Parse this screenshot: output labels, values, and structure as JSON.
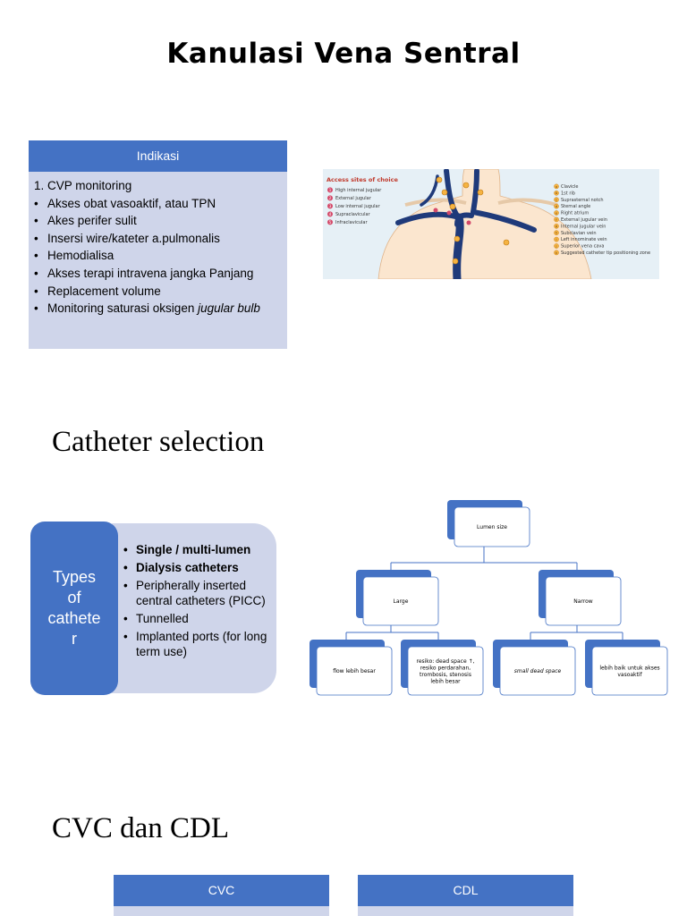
{
  "title": "Kanulasi Vena Sentral",
  "indikasi": {
    "header": "Indikasi",
    "items": [
      {
        "marker": "1.",
        "text": "CVP monitoring",
        "italic": ""
      },
      {
        "marker": "•",
        "text": "Akses obat vasoaktif, atau TPN",
        "italic": ""
      },
      {
        "marker": "•",
        "text": "Akes perifer sulit",
        "italic": ""
      },
      {
        "marker": "•",
        "text": "Insersi wire/kateter a.pulmonalis",
        "italic": ""
      },
      {
        "marker": "•",
        "text": "Hemodialisa",
        "italic": ""
      },
      {
        "marker": "•",
        "text": "Akses terapi intravena jangka Panjang",
        "italic": ""
      },
      {
        "marker": "•",
        "text": "Replacement volume",
        "italic": ""
      },
      {
        "marker": "•",
        "text": "Monitoring saturasi oksigen ",
        "italic": "jugular bulb"
      }
    ]
  },
  "figure": {
    "title": "Access sites of choice",
    "left_legend": [
      "High internal jugular",
      "External jugular",
      "Low internal jugular",
      "Supraclavicular",
      "Infraclavicular"
    ],
    "left_markers": [
      "1",
      "2",
      "3",
      "4",
      "5"
    ],
    "right_legend": [
      "Clavicle",
      "1st rib",
      "Suprasternal notch",
      "Sternal angle",
      "Right atrium",
      "External jugular vein",
      "Internal jugular vein",
      "Subclavian vein",
      "Left innominate vein",
      "Superior vena cava",
      "Suggested catheter tip positioning zone"
    ],
    "right_markers": [
      "a",
      "b",
      "c",
      "d",
      "e",
      "f",
      "g",
      "h",
      "i",
      "j",
      "k"
    ]
  },
  "section1": "Catheter selection",
  "types": {
    "label": [
      "Types",
      "of",
      "cathete",
      "r"
    ],
    "items": [
      {
        "text": "Single / multi-lumen",
        "bold": true
      },
      {
        "text": "Dialysis catheters",
        "bold": true
      },
      {
        "text": "Peripherally inserted central catheters (PICC)",
        "bold": false
      },
      {
        "text": "Tunnelled",
        "bold": false
      },
      {
        "text": "Implanted ports (for long term use)",
        "bold": false
      }
    ]
  },
  "org": {
    "root": "Lumen size",
    "large": "Large",
    "narrow": "Narrow",
    "leaf1": [
      "flow lebih besar"
    ],
    "leaf2": [
      "resiko: dead space ↑,",
      "resiko perdarahan,",
      "trombosis, stenosis",
      "lebih besar"
    ],
    "leaf3": [
      "small dead space"
    ],
    "leaf4": [
      "lebih baik untuk akses",
      "vasoaktif"
    ]
  },
  "section2": "CVC dan CDL",
  "cvc": {
    "header": "CVC"
  },
  "cdl": {
    "header": "CDL"
  },
  "colors": {
    "accent": "#4472c4",
    "panel": "#cfd5ea",
    "figure_bg": "#e6f0f6",
    "vein": "#1f3a7a"
  }
}
